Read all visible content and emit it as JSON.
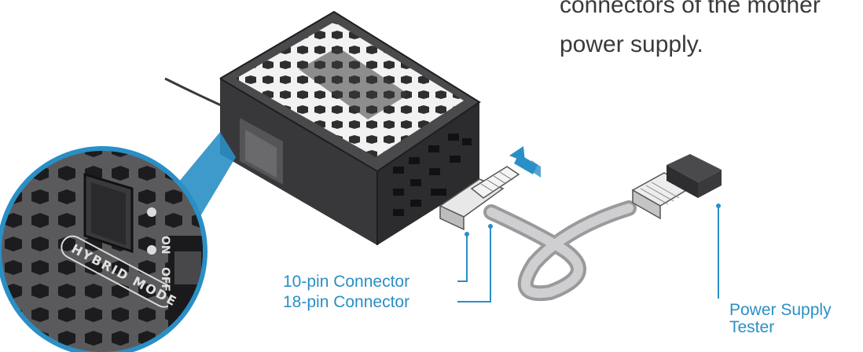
{
  "caption": {
    "line1": "connectors of the mother",
    "line2": "power supply."
  },
  "labels": {
    "pin10": "10-pin Connector",
    "pin18": "18-pin Connector",
    "tester_line1": "Power Supply",
    "tester_line2": "Tester"
  },
  "switch": {
    "mode_text": "HYBRID MODE",
    "on_text": "ON",
    "off_text": "OFF"
  },
  "colors": {
    "accent_blue": "#2a8fc6",
    "psu_body": "#3d3d3f",
    "caption_text": "#3a3a3a"
  },
  "icons": [
    "power-supply-unit",
    "connector-cable",
    "tester-device",
    "insert-arrow",
    "hybrid-mode-switch"
  ]
}
